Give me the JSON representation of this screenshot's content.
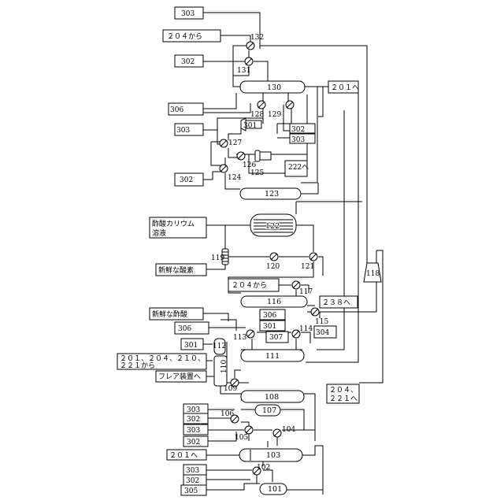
{
  "boxes": {
    "b303_top": "303",
    "b204_kara_top": "２０４から",
    "b302_top": "302",
    "b201_he_top": "２０１へ",
    "b306_a": "306",
    "b303_b": "303",
    "b302_r": "302",
    "b303_r": "303",
    "b222_he": "222へ",
    "b302_c": "302",
    "b204_kara_mid": "２０４から",
    "b238_he": "２３８へ",
    "b304": "304",
    "b306_b": "306",
    "b306_c": "306",
    "b301_c": "301",
    "b307": "307",
    "b301_d": "301",
    "b201_multi_line1": "２０１、２０４、２１０、",
    "b201_multi_line2": "２２１から",
    "b flare": "フレア装置へ",
    "b204_221_line1": "２０４、",
    "b204_221_line2": "２２１へ",
    "b303_low1": "303",
    "b302_low1": "302",
    "b303_low2": "303",
    "b302_low2": "302",
    "b201_he_low": "２０１へ",
    "b303_bot": "303",
    "b302_bot": "302",
    "b305_bot": "305"
  },
  "labels": {
    "kosan_kalium_line1": "酢酸カリウム",
    "kosan_kalium_line2": "溶液",
    "fresh_oxygen": "新鮮な酸素",
    "fresh_acetic": "新鮮な酢酸"
  },
  "equipment": {
    "e130": "130",
    "e123": "123",
    "e122": "122",
    "e116": "116",
    "e111": "111",
    "e110": "110",
    "e108": "108",
    "e107": "107",
    "e103": "103",
    "e101": "101",
    "e118": "118",
    "e301": "301",
    "e125": "125",
    "e119": "119",
    "e112": "112"
  },
  "numbers": {
    "n132": "132",
    "n131": "131",
    "n128": "128",
    "n129": "129",
    "n127": "127",
    "n126": "126",
    "n124": "124",
    "n120": "120",
    "n121": "121",
    "n117": "117",
    "n115": "115",
    "n114": "114",
    "n113": "113",
    "n109": "109",
    "n106": "106",
    "n105": "105",
    "n104": "104",
    "n102": "102"
  }
}
